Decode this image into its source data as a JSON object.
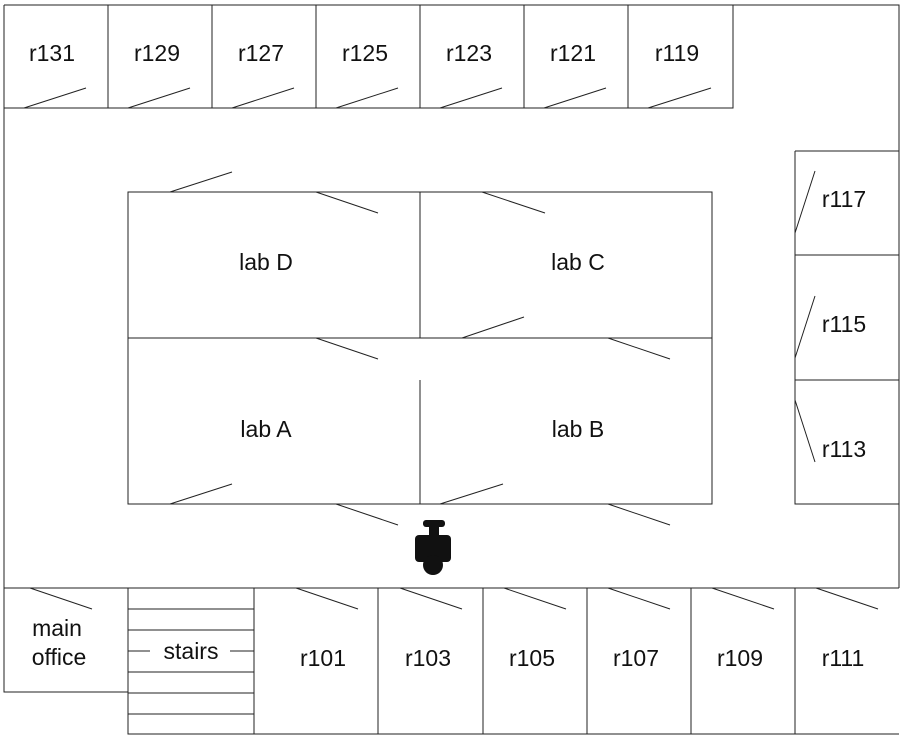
{
  "rooms": {
    "r131": "r131",
    "r129": "r129",
    "r127": "r127",
    "r125": "r125",
    "r123": "r123",
    "r121": "r121",
    "r119": "r119",
    "r117": "r117",
    "r115": "r115",
    "r113": "r113",
    "lab_d": "lab D",
    "lab_c": "lab C",
    "lab_a": "lab A",
    "lab_b": "lab B",
    "main_office_line1": "main",
    "main_office_line2": "office",
    "stairs": "stairs",
    "r101": "r101",
    "r103": "r103",
    "r105": "r105",
    "r107": "r107",
    "r109": "r109",
    "r111": "r111"
  },
  "robot": {
    "icon": "robot-icon",
    "color": "#111111"
  }
}
